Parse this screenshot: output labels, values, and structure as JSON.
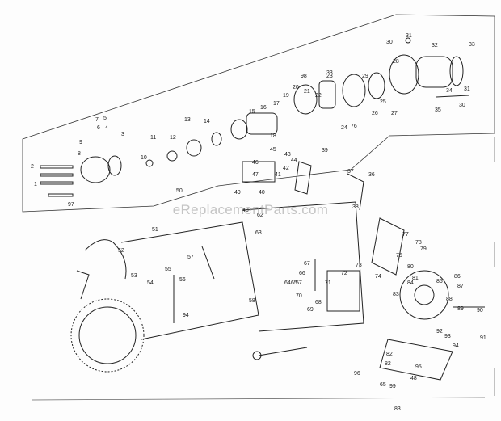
{
  "watermark": "eReplacementParts.com",
  "colors": {
    "ink": "#1a1a1a",
    "paper": "#fdfdfd",
    "watermark": "#a0a0a0"
  },
  "callouts": {
    "upper": [
      "30",
      "31",
      "32",
      "33",
      "28",
      "29",
      "33",
      "34",
      "31",
      "30",
      "35",
      "98",
      "23",
      "25",
      "26",
      "27",
      "24",
      "76",
      "18",
      "17",
      "16",
      "15",
      "19",
      "20",
      "21",
      "22",
      "14",
      "13",
      "12",
      "11",
      "10",
      "9",
      "8",
      "7",
      "6",
      "5",
      "4",
      "3",
      "2",
      "1",
      "97"
    ],
    "middle": [
      "45",
      "46",
      "47",
      "43",
      "44",
      "42",
      "41",
      "40",
      "39",
      "49",
      "48",
      "50",
      "37",
      "36",
      "38",
      "51",
      "52",
      "53",
      "54",
      "55",
      "56",
      "57",
      "58"
    ],
    "lower": [
      "62",
      "63",
      "64",
      "65",
      "66",
      "67",
      "68",
      "69",
      "70",
      "71",
      "72",
      "73",
      "74",
      "75",
      "77",
      "78",
      "79",
      "80",
      "81",
      "82",
      "83",
      "84",
      "85",
      "86",
      "87",
      "88",
      "89",
      "90",
      "91",
      "92",
      "93",
      "94",
      "95",
      "96",
      "99",
      "48",
      "65",
      "94",
      "57",
      "83",
      "82"
    ]
  }
}
